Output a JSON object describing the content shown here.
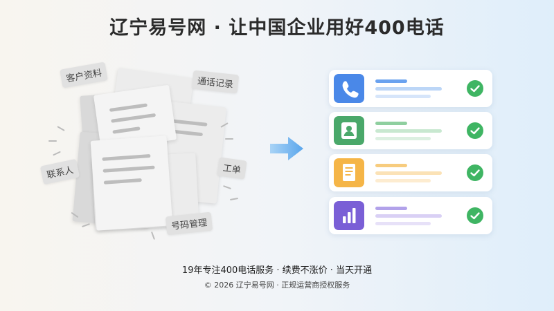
{
  "headline": "辽宁易号网 · 让中国企业用好400电话",
  "tags": [
    "客户资料",
    "通话记录",
    "联系人",
    "工单",
    "号码管理"
  ],
  "icons": {
    "panel1": "phone-icon",
    "panel2": "contact-icon",
    "panel3": "document-icon",
    "panel4": "bar-chart-icon",
    "status": "check-circle-icon",
    "transition": "arrow-right-icon"
  },
  "colors": {
    "blue": "#4a88e8",
    "green": "#4aa86a",
    "orange": "#f5b547",
    "purple": "#7a5fd6",
    "check": "#3fb563"
  },
  "footer": {
    "line1": "19年专注400电话服务 · 续费不涨价 · 当天开通",
    "line2": "© 2026 辽宁易号网 · 正规运营商授权服务"
  }
}
